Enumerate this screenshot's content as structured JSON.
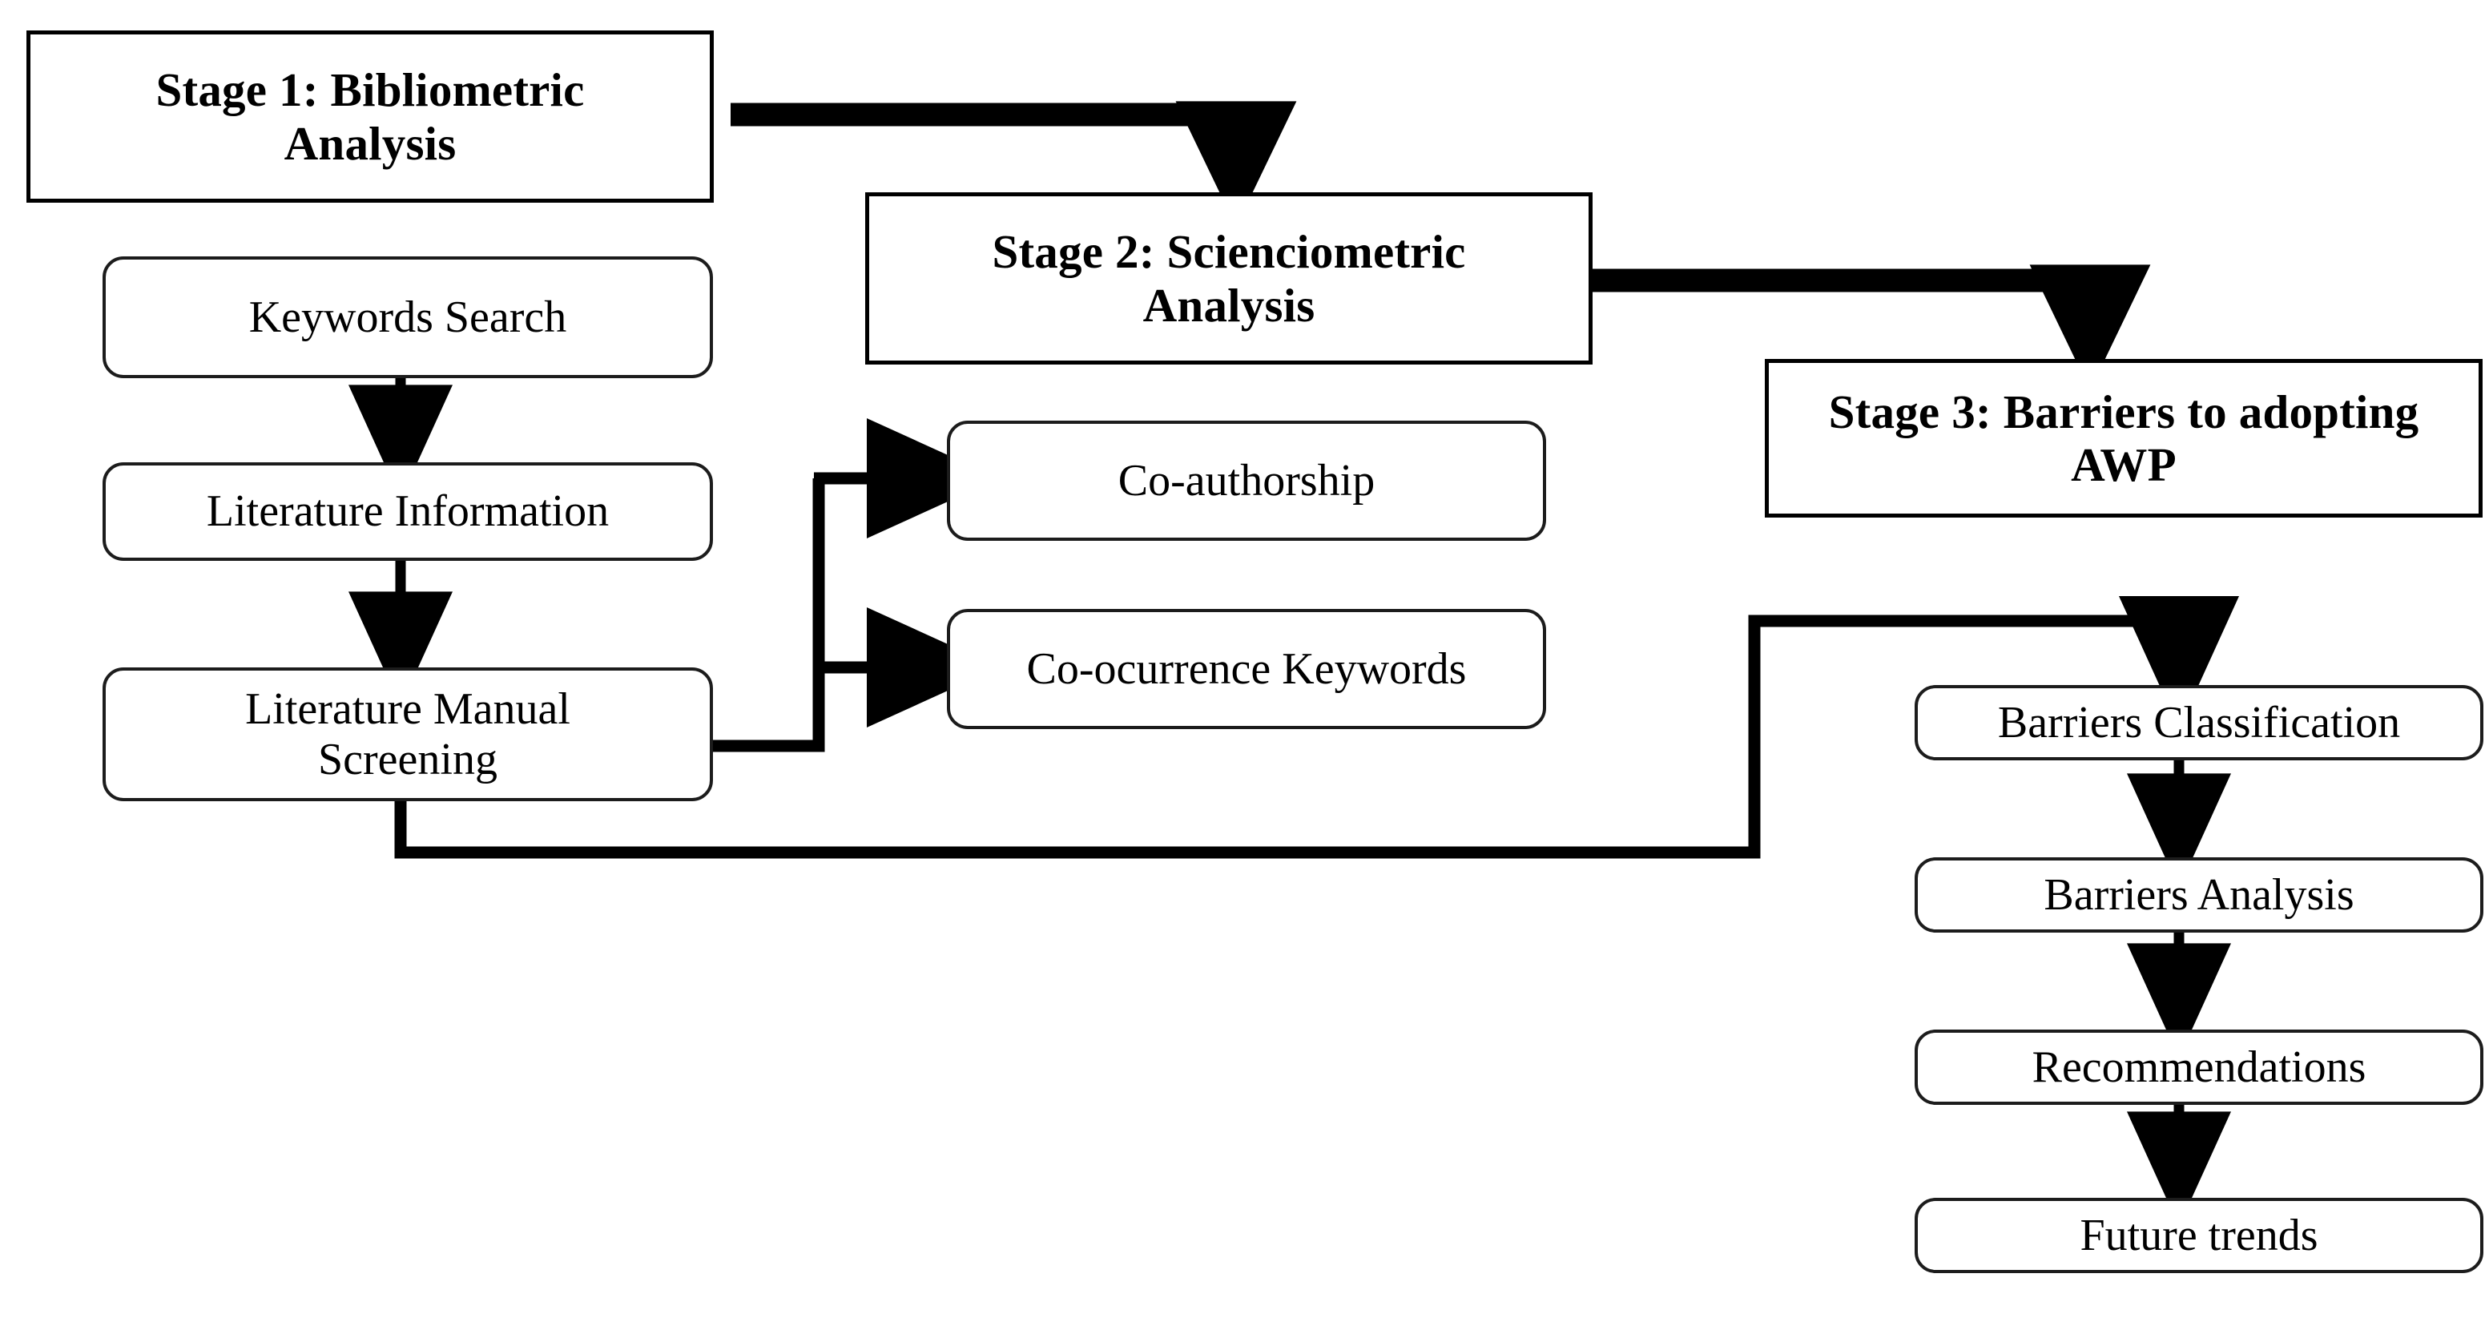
{
  "diagram": {
    "title": "Three-stage research methodology flowchart",
    "colors": {
      "ink": "#000000",
      "box_stroke": "#1c1c1c",
      "background": "#ffffff"
    },
    "stages": [
      {
        "id": "stage1",
        "label": "Stage 1: Bibliometric Analysis",
        "line1": "Stage 1: Bibliometric",
        "line2": "Analysis"
      },
      {
        "id": "stage2",
        "label": "Stage 2: Scienciometric Analysis",
        "line1": "Stage 2: Scienciometric",
        "line2": "Analysis"
      },
      {
        "id": "stage3",
        "label": "Stage 3: Barriers to adopting AWP",
        "line1": "Stage 3: Barriers to adopting",
        "line2": "AWP"
      }
    ],
    "stage1_steps": [
      {
        "id": "keywords-search",
        "label": "Keywords Search"
      },
      {
        "id": "literature-information",
        "label": "Literature Information"
      },
      {
        "id": "literature-manual-screening",
        "line1": "Literature Manual",
        "line2": "Screening",
        "label": "Literature Manual Screening"
      }
    ],
    "stage2_steps": [
      {
        "id": "co-authorship",
        "label": "Co-authorship"
      },
      {
        "id": "co-ocurrence-keywords",
        "label": "Co-ocurrence Keywords"
      }
    ],
    "stage3_steps": [
      {
        "id": "barriers-classification",
        "label": "Barriers Classification"
      },
      {
        "id": "barriers-analysis",
        "label": "Barriers Analysis"
      },
      {
        "id": "recommendations",
        "label": "Recommendations"
      },
      {
        "id": "future-trends",
        "label": "Future trends"
      }
    ],
    "connectors": [
      {
        "id": "stage1-to-stage2",
        "from": "stage1",
        "to": "stage2",
        "style": "thick-elbow-right-down"
      },
      {
        "id": "stage2-to-stage3",
        "from": "stage2",
        "to": "stage3",
        "style": "thick-elbow-right-down"
      },
      {
        "id": "keywords-to-literature-info",
        "from": "keywords-search",
        "to": "literature-information",
        "style": "straight-down"
      },
      {
        "id": "literature-info-to-screening",
        "from": "literature-information",
        "to": "literature-manual-screening",
        "style": "straight-down"
      },
      {
        "id": "screening-to-co-authorship",
        "from": "literature-manual-screening",
        "to": "co-authorship",
        "style": "elbow-right-split-up"
      },
      {
        "id": "screening-to-co-ocurrence",
        "from": "literature-manual-screening",
        "to": "co-ocurrence-keywords",
        "style": "elbow-right-split"
      },
      {
        "id": "screening-to-barriers-classification",
        "from": "literature-manual-screening",
        "to": "barriers-classification",
        "style": "long-elbow-down-right-up"
      },
      {
        "id": "barriers-classification-to-analysis",
        "from": "barriers-classification",
        "to": "barriers-analysis",
        "style": "straight-down"
      },
      {
        "id": "barriers-analysis-to-recommendations",
        "from": "barriers-analysis",
        "to": "recommendations",
        "style": "straight-down"
      },
      {
        "id": "recommendations-to-future-trends",
        "from": "recommendations",
        "to": "future-trends",
        "style": "straight-down"
      }
    ]
  }
}
